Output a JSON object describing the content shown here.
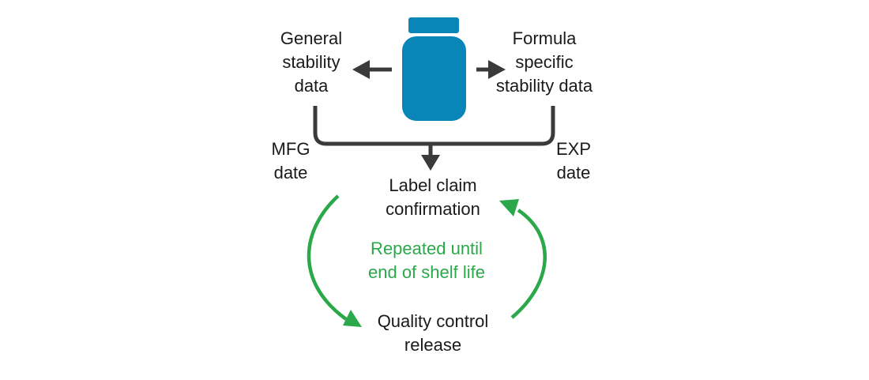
{
  "labels": {
    "general_line1": "General",
    "general_line2": "stability",
    "general_line3": "data",
    "formula_line1": "Formula",
    "formula_line2": "specific",
    "formula_line3": "stability data",
    "mfg_line1": "MFG",
    "mfg_line2": "date",
    "exp_line1": "EXP",
    "exp_line2": "date",
    "label_claim_line1": "Label claim",
    "label_claim_line2": "confirmation",
    "repeat_line1": "Repeated until",
    "repeat_line2": "end of shelf life",
    "qc_line1": "Quality control",
    "qc_line2": "release"
  },
  "colors": {
    "bottle": "#0a85b8",
    "arrow_dark": "#3a3a3a",
    "cycle_green": "#2aa84a",
    "text": "#1a1a1a"
  },
  "icons": {
    "bottle": "medicine-bottle-icon"
  }
}
